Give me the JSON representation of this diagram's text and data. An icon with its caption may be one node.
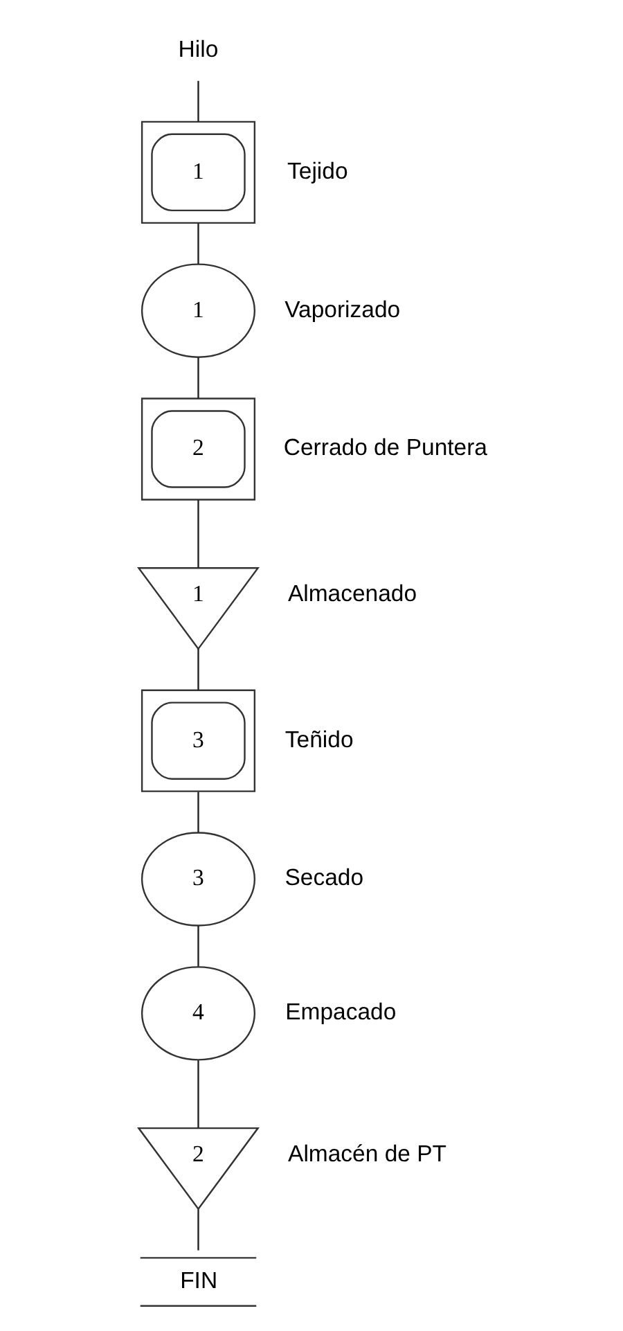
{
  "diagram": {
    "nodes": [
      {
        "text": [
          "Hilo"
        ]
      },
      {
        "text": [
          "1"
        ],
        "beside": [
          "Tejido"
        ]
      },
      {
        "text": [
          "1"
        ],
        "beside": [
          "Vaporizado"
        ]
      },
      {
        "text": [
          "2"
        ],
        "beside": [
          "Cerrado de Puntera"
        ]
      },
      {
        "text": [
          "1"
        ],
        "beside": [
          "Almacenado"
        ]
      },
      {
        "text": [
          "3"
        ],
        "beside": [
          "Teñido"
        ]
      },
      {
        "text": [
          "3"
        ],
        "beside": [
          "Secado"
        ]
      },
      {
        "text": [
          "4"
        ],
        "beside": [
          "Empacado"
        ]
      },
      {
        "text": [
          "2"
        ],
        "beside": [
          "Almacén de PT"
        ]
      },
      {
        "text": [
          "FIN"
        ]
      }
    ],
    "edges": [
      {
        "from": 0,
        "to": 1,
        "arrow": "none"
      },
      {
        "from": 1,
        "to": 2,
        "arrow": "none"
      },
      {
        "from": 2,
        "to": 3,
        "arrow": "none"
      },
      {
        "from": 3,
        "to": 4,
        "arrow": "none"
      },
      {
        "from": 4,
        "to": 5,
        "arrow": "none"
      },
      {
        "from": 5,
        "to": 6,
        "arrow": "none"
      },
      {
        "from": 6,
        "to": 7,
        "arrow": "none"
      },
      {
        "from": 7,
        "to": 8,
        "arrow": "none"
      },
      {
        "from": 8,
        "to": 9,
        "arrow": "none"
      }
    ]
  }
}
